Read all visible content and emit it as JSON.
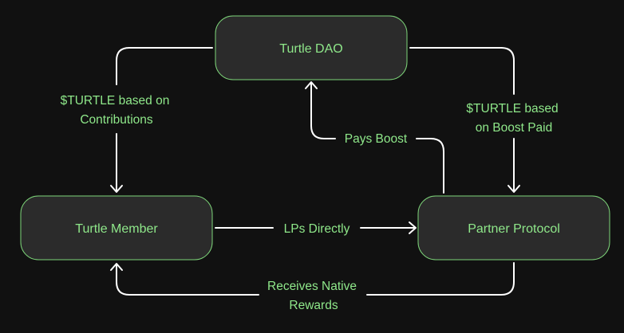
{
  "nodes": {
    "dao": "Turtle DAO",
    "member": "Turtle Member",
    "partner": "Partner Protocol"
  },
  "edges": {
    "dao_to_member": [
      "$TURTLE based on",
      "Contributions"
    ],
    "dao_to_partner": [
      "$TURTLE based",
      "on Boost Paid"
    ],
    "partner_to_dao": "Pays Boost",
    "member_to_partner": "LPs Directly",
    "partner_to_member": [
      "Receives Native",
      "Rewards"
    ]
  },
  "colors": {
    "background": "#111111",
    "node_fill": "#2b2b2b",
    "accent_green": "#8fe88a",
    "connector": "#ffffff"
  }
}
